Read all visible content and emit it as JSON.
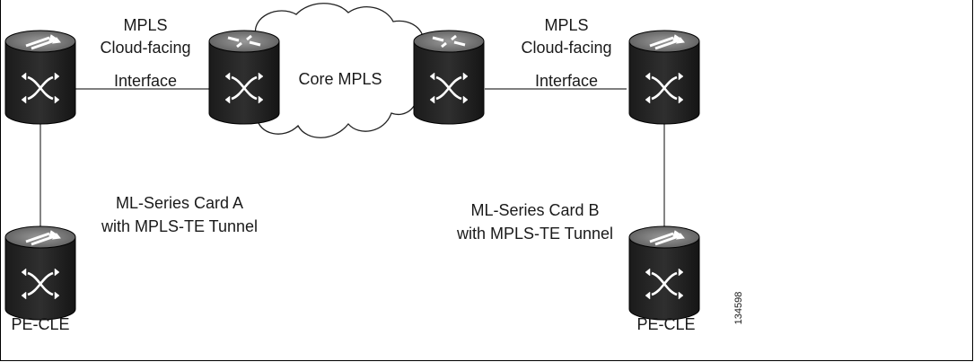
{
  "left_interface_label": [
    "MPLS",
    "Cloud-facing",
    "Interface"
  ],
  "right_interface_label": [
    "MPLS",
    "Cloud-facing",
    "Interface"
  ],
  "core_label": "Core MPLS",
  "card_a_label": [
    "ML-Series Card A",
    "with MPLS-TE Tunnel"
  ],
  "card_b_label": [
    "ML-Series Card B",
    "with MPLS-TE Tunnel"
  ],
  "left_pe_label": "PE-CLE",
  "right_pe_label": "PE-CLE",
  "figure_id": "134598",
  "icons": {
    "switch": "layer3-switch-icon",
    "router": "router-icon",
    "cloud": "cloud-icon"
  }
}
